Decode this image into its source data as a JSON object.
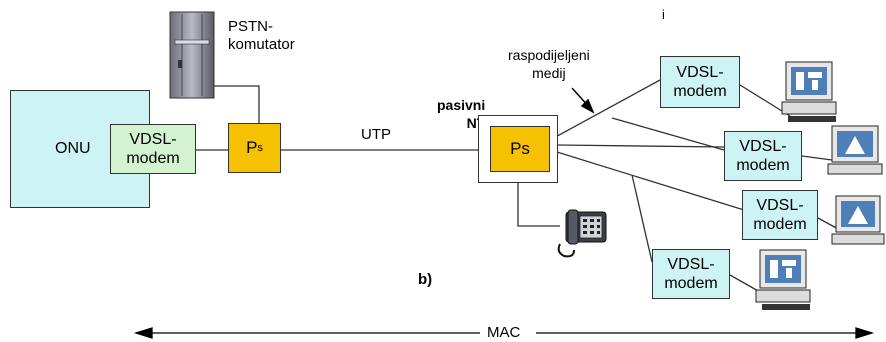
{
  "labels": {
    "onu": "ONU",
    "vdsl_left": "VDSL-\nmodem",
    "ps_left_main": "P",
    "ps_left_sub": "s",
    "pstn": "PSTN-\nkomutator",
    "utp": "UTP",
    "pasivni_nt": "pasivni\nNT",
    "ps_nt": "Ps",
    "raspodijeljeni": "raspodijeljeni\nmedij",
    "modem_1": "VDSL-\nmodem",
    "modem_2": "VDSL-\nmodem",
    "modem_3": "VDSL-\nmodem",
    "modem_4": "VDSL-\nmodem",
    "figure_tag": "b)",
    "mac": "MAC",
    "corner_mark": "i"
  },
  "colors": {
    "onu_fill": "#cdf3f4",
    "vdsl_left_fill": "#d3f2cf",
    "modem_fill": "#cdf3f4",
    "ps_fill": "#f6c100",
    "line": "#333333"
  },
  "icons": {
    "switch": "server-tower-icon",
    "phone": "telephone-icon",
    "computers": [
      "computer-icon",
      "computer-icon",
      "computer-icon",
      "computer-icon"
    ]
  }
}
